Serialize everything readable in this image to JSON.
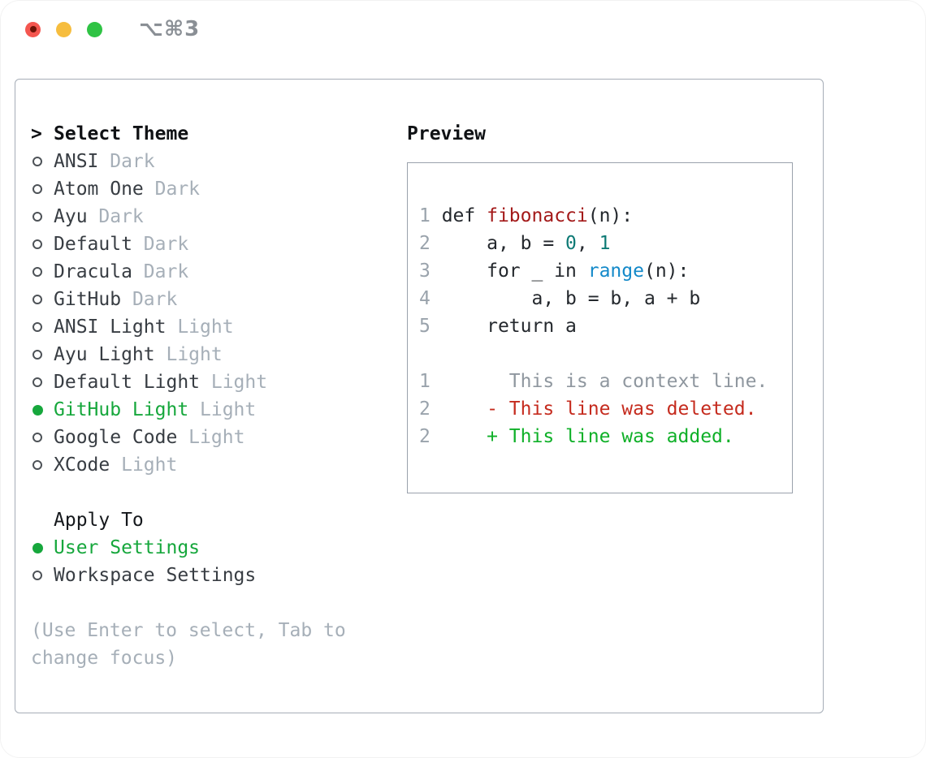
{
  "window": {
    "title": "⌥⌘3",
    "traffic_lights": {
      "close_color": "#f4564f",
      "close_dot_color": "#6e1206",
      "minimize_color": "#f6bd3e",
      "zoom_color": "#2fc344"
    }
  },
  "theme_list": {
    "prompt": ">",
    "header": "Select Theme",
    "items": [
      {
        "name": "ANSI",
        "variant": "Dark",
        "selected": false
      },
      {
        "name": "Atom One",
        "variant": "Dark",
        "selected": false
      },
      {
        "name": "Ayu",
        "variant": "Dark",
        "selected": false
      },
      {
        "name": "Default",
        "variant": "Dark",
        "selected": false
      },
      {
        "name": "Dracula",
        "variant": "Dark",
        "selected": false
      },
      {
        "name": "GitHub",
        "variant": "Dark",
        "selected": false
      },
      {
        "name": "ANSI Light",
        "variant": "Light",
        "selected": false
      },
      {
        "name": "Ayu Light",
        "variant": "Light",
        "selected": false
      },
      {
        "name": "Default Light",
        "variant": "Light",
        "selected": false
      },
      {
        "name": "GitHub Light",
        "variant": "Light",
        "selected": true
      },
      {
        "name": "Google Code",
        "variant": "Light",
        "selected": false
      },
      {
        "name": "XCode",
        "variant": "Light",
        "selected": false
      }
    ]
  },
  "apply_to": {
    "header": "Apply To",
    "options": [
      {
        "label": "User Settings",
        "selected": true
      },
      {
        "label": "Workspace Settings",
        "selected": false
      }
    ]
  },
  "hint": "(Use Enter to select, Tab to change focus)",
  "preview": {
    "header": "Preview",
    "lines": [
      {
        "ln": "1",
        "parts": [
          [
            " def ",
            "code"
          ],
          [
            "fibonacci",
            "func"
          ],
          [
            "(n):",
            "code"
          ]
        ]
      },
      {
        "ln": "2",
        "parts": [
          [
            "     a, b = ",
            "code"
          ],
          [
            "0",
            "num"
          ],
          [
            ", ",
            "code"
          ],
          [
            "1",
            "num"
          ]
        ]
      },
      {
        "ln": "3",
        "parts": [
          [
            "     for _ in ",
            "code"
          ],
          [
            "range",
            "builtin"
          ],
          [
            "(n):",
            "code"
          ]
        ]
      },
      {
        "ln": "4",
        "parts": [
          [
            "         a, b = b, a + b",
            "code"
          ]
        ]
      },
      {
        "ln": "5",
        "parts": [
          [
            "     return a",
            "code"
          ]
        ]
      },
      {
        "ln": "",
        "parts": []
      },
      {
        "ln": "1",
        "parts": [
          [
            "       This is a context line.",
            "context"
          ]
        ]
      },
      {
        "ln": "2",
        "parts": [
          [
            "     ",
            "code"
          ],
          [
            "- This line was deleted.",
            "deleted"
          ]
        ]
      },
      {
        "ln": "2",
        "parts": [
          [
            "     ",
            "code"
          ],
          [
            "+ This line was added.",
            "added"
          ]
        ]
      }
    ]
  },
  "colors": {
    "selected_green": "#16a73c",
    "diff_added_green": "#0fb028",
    "diff_deleted_red": "#c52b1e",
    "code_function_red": "#a31919",
    "code_number_teal": "#0e7a75",
    "code_builtin_blue": "#1389c9",
    "muted_gray": "#a6afb8",
    "panel_border": "#a6adb7"
  }
}
